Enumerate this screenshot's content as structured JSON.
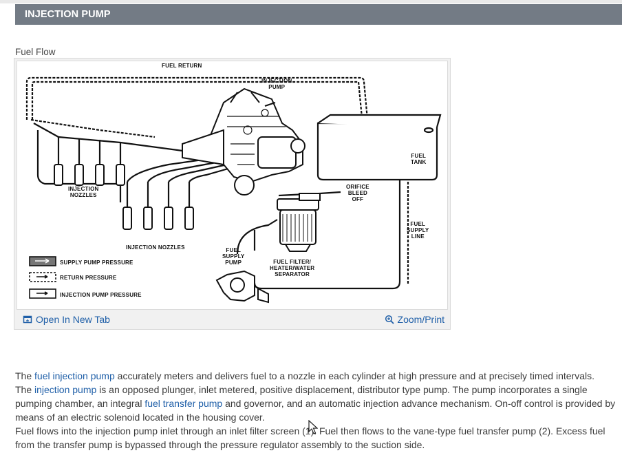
{
  "header": {
    "title": "INJECTION PUMP"
  },
  "figure": {
    "caption": "Fuel Flow",
    "labels": {
      "fuel_return": "FUEL RETURN",
      "injection_pump": "INJECTION\nPUMP",
      "fuel_tank": "FUEL\nTANK",
      "injection_nozzles_left": "INJECTION\nNOZZLES",
      "orifice_bleed_off": "ORIFICE\nBLEED\nOFF",
      "fuel_supply_line": "FUEL\nSUPPLY\nLINE",
      "injection_nozzles_bottom": "INJECTION NOZZLES",
      "fuel_supply_pump": "FUEL\nSUPPLY\nPUMP",
      "fuel_filter": "FUEL FILTER/\nHEATER/WATER\nSEPARATOR"
    },
    "legend": [
      {
        "label": "SUPPLY PUMP PRESSURE",
        "style": "shaded"
      },
      {
        "label": "RETURN PRESSURE",
        "style": "dashed"
      },
      {
        "label": "INJECTION PUMP PRESSURE",
        "style": "plain"
      }
    ],
    "actions": {
      "open_new_tab": "Open In New Tab",
      "zoom_print": "Zoom/Print"
    }
  },
  "paragraph1": {
    "t1": "The ",
    "l1": "fuel injection pump",
    "t2": " accurately meters and delivers fuel to a nozzle in each cylinder at high pressure and at precisely timed intervals.",
    "t3": "The ",
    "l2": "injection pump",
    "t4": " is an opposed plunger, inlet metered, positive displacement, distributor type pump. The pump incorporates a single pumping chamber, an integral ",
    "l3": "fuel transfer pump",
    "t5": " and governor, and an automatic injection advance mechanism. On-off control is provided by means of an electric solenoid located in the housing cover."
  },
  "paragraph2": {
    "text": "Fuel flows into the injection pump inlet through an inlet filter screen (1). Fuel then flows to the vane-type fuel transfer pump (2). Excess fuel from the transfer pump is bypassed through the pressure regulator assembly to the suction side."
  },
  "colors": {
    "header_bg": "#737b85",
    "link": "#1f5fa8",
    "text": "#3b3b3b"
  }
}
